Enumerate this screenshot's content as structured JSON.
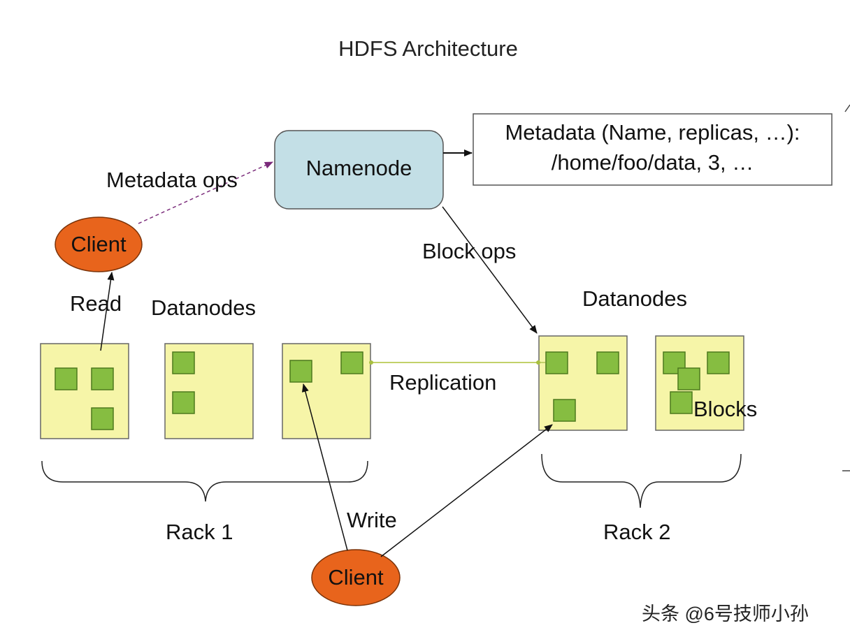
{
  "title": "HDFS Architecture",
  "namenode": {
    "label": "Namenode"
  },
  "metadata": {
    "line1": "Metadata (Name, replicas, …):",
    "line2": "/home/foo/data, 3, …"
  },
  "clients": {
    "top": "Client",
    "bottom": "Client"
  },
  "labels": {
    "metadata_ops": "Metadata ops",
    "block_ops": "Block ops",
    "read": "Read",
    "write": "Write",
    "replication": "Replication",
    "datanodes_left": "Datanodes",
    "datanodes_right": "Datanodes",
    "blocks": "Blocks",
    "rack1": "Rack 1",
    "rack2": "Rack 2"
  },
  "watermark": "头条 @6号技师小孙",
  "colors": {
    "namenode_fill": "#c3dfe6",
    "client_fill": "#e8641c",
    "datanode_fill": "#f6f5a8",
    "block_fill": "#86bd41",
    "replication_line": "#c2d16a",
    "metadata_arrow": "#7a2a7a"
  }
}
